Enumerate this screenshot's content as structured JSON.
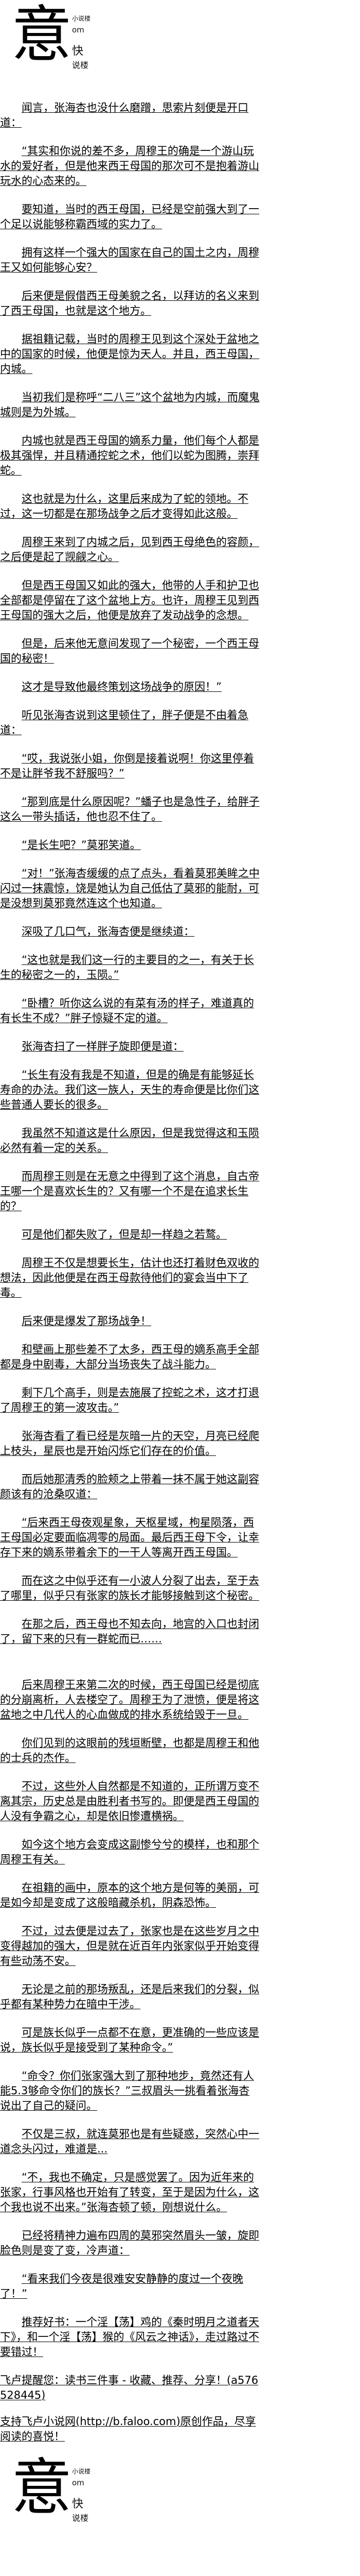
{
  "logo": {
    "big": "意",
    "side_top": [
      "小说楼",
      "om",
      "快",
      "说楼"
    ],
    "side_bottom": [
      "小说楼",
      "om",
      "快",
      "说楼"
    ]
  },
  "paragraphs": [
    "闻言，张海杏也没什么磨蹭，思索片刻便是开口道：",
    "“其实和你说的差不多，周穆王的确是一个游山玩水的爱好者，但是他来西王母国的那次可不是抱着游山玩水的心态来的。",
    "要知道，当时的西王母国，已经是空前强大到了一个足以说能够称霸西域的实力了。",
    "拥有这样一个强大的国家在自己的国土之内，周穆王又如何能够心安？",
    "后来便是假借西王母美貌之名，以拜访的名义来到了西王母国，也就是这个地方。",
    "据祖籍记载，当时的周穆王见到这个深处于盆地之中的国家的时候，他便是惊为天人。并且，西王母国，内城。",
    "当初我们是称呼“二八三”这个盆地为内城，而魔鬼城则是为外城。",
    "内城也就是西王母国的嫡系力量，他们每个人都是极其强悍，并且精通控蛇之术，他们以蛇为图腾，崇拜蛇。",
    "这也就是为什么，这里后来成为了蛇的领地。不过，这一切都是在那场战争之后才变得如此这般。",
    "周穆王来到了内城之后，见到西王母绝色的容颜，之后便是起了觊觎之心。",
    "但是西王母国又如此的强大，他带的人手和护卫也全部都是停留在了这个盆地上方。也许，周穆王见到西王母国的强大之后，他便是放弃了发动战争的念想。",
    "但是，后来他无意间发现了一个秘密，一个西王母国的秘密！",
    "这才是导致他最终策划这场战争的原因！”",
    "听见张海杏说到这里顿住了，胖子便是不由着急道：",
    "“哎，我说张小姐，你倒是接着说啊！你这里停着不是让胖爷我不舒服吗？”",
    "“那到底是什么原因呢？”蟠子也是急性子，给胖子这么一带头插话，他也忍不住了。",
    "“是长生吧？”莫邪笑道。",
    "“对！”张海杏缓缓的点了点头，看着莫邪美眸之中闪过一抹震惊，饶是她认为自己低估了莫邪的能耐，可是没想到莫邪竟然连这个也知道。",
    "深吸了几口气，张海杏便是继续道：",
    "“这也就是我们这一行的主要目的之一，有关于长生的秘密之一的，玉陨。”",
    "“卧槽？听你这么说的有菜有汤的样子，难道真的有长生不成？”胖子惊疑不定的道。",
    "张海杏扫了一样胖子旋即便是道：",
    "“长生有没有我是不知道，但是的确是有能够延长寿命的办法。我们这一族人，天生的寿命便是比你们这些普通人要长的很多。",
    "我虽然不知道这是什么原因，但是我觉得这和玉陨必然有着一定的关系。",
    "而周穆王则是在无意之中得到了这个消息，自古帝王哪一个是喜欢长生的？又有哪一个不是在追求长生的？",
    "可是他们都失败了，但是却一样趋之若鹜。",
    "周穆王不仅是想要长生，估计也还打着财色双收的想法，因此他便是在西王母款待他们的宴会当中下了毒。",
    "后来便是爆发了那场战争！",
    "和壁画上那些差不了太多，西王母的嫡系高手全部都是身中剧毒，大部分当场丧失了战斗能力。",
    "剩下几个高手，则是去施展了控蛇之术，这才打退了周穆王的第一波攻击。”",
    "张海杏看了看已经是灰暗一片的天空，月亮已经爬上枝头，星辰也是开始闪烁它们存在的价值。",
    "而后她那清秀的脸颊之上带着一抹不属于她这副容颜该有的沧桑叹道：",
    "“后来西王母夜观星象，天枢星域，枸星陨落，西王母国必定要面临凋零的局面。最后西王母下令，让幸存下来的嫡系带着余下的一干人等离开西王母国。",
    "而在这之中似乎还有一小波人分裂了出去，至于去了哪里，似乎只有张家的族长才能够接触到这个秘密。",
    "在那之后，西王母也不知去向，地宫的入口也封闭了，留下来的只有一群蛇而已……",
    "后来周穆王来第二次的时候，西王母国已经是彻底的分崩离析，人去楼空了。周穆王为了泄愤，便是将这盆地之中几代人的心血做成的排水系统给毁于一旦。",
    "你们见到的这眼前的残垣断壁，也都是周穆王和他的士兵的杰作。",
    "不过，这些外人自然都是不知道的，正所谓万变不离其宗，历史总是由胜利者书写的。即便是西王母国的人没有争霸之心，却是依旧惨遭横祸。",
    "如今这个地方会变成这副惨兮兮的模样，也和那个周穆王有关。",
    "在祖籍的画中，原本的这个地方是何等的美丽，可是如今却是变成了这般暗藏杀机，阴森恐怖。",
    "不过，过去便是过去了，张家也是在这些岁月之中变得越加的强大，但是就在近百年内张家似乎开始变得有些动荡不安。",
    "无论是之前的那场叛乱，还是后来我们的分裂，似乎都有某种势力在暗中干涉。",
    "可是族长似乎一点都不在意，更准确的一些应该是说，族长似乎是接受到了某种命令。”",
    "“命令？你们张家强大到了那种地步，竟然还有人能5.3够命令你们的族长？”三叔眉头一挑看着张海杏说出了自己的疑问。",
    "不仅是三叔，就连莫邪也是有些疑惑，突然心中一道念头闪过，难道是...",
    "“不，我也不确定，只是感觉罢了。因为近年来的张家，行事风格也开始有了转变，至于是因为什么，这个我也说不出来。”张海杏顿了顿，刚想说什么。",
    "已经将精神力遍布四周的莫邪突然眉头一皱，旋即脸色则是变了变，冷声道：",
    "“看来我们今夜是很难安安静静的度过一个夜晚了！”",
    "推荐好书：一个淫【荡】鸡的《秦时明月之道者天下》，和一个淫【荡】猴的《风云之神话》，走过路过不要错过！"
  ],
  "footer": {
    "reminder": "飞卢提醒您：读书三件事 - 收藏、推荐、分享！(a576528445)",
    "support": "支持飞卢小说网(http://b.faloo.com)原创作品，尽享阅读的喜悦！"
  }
}
